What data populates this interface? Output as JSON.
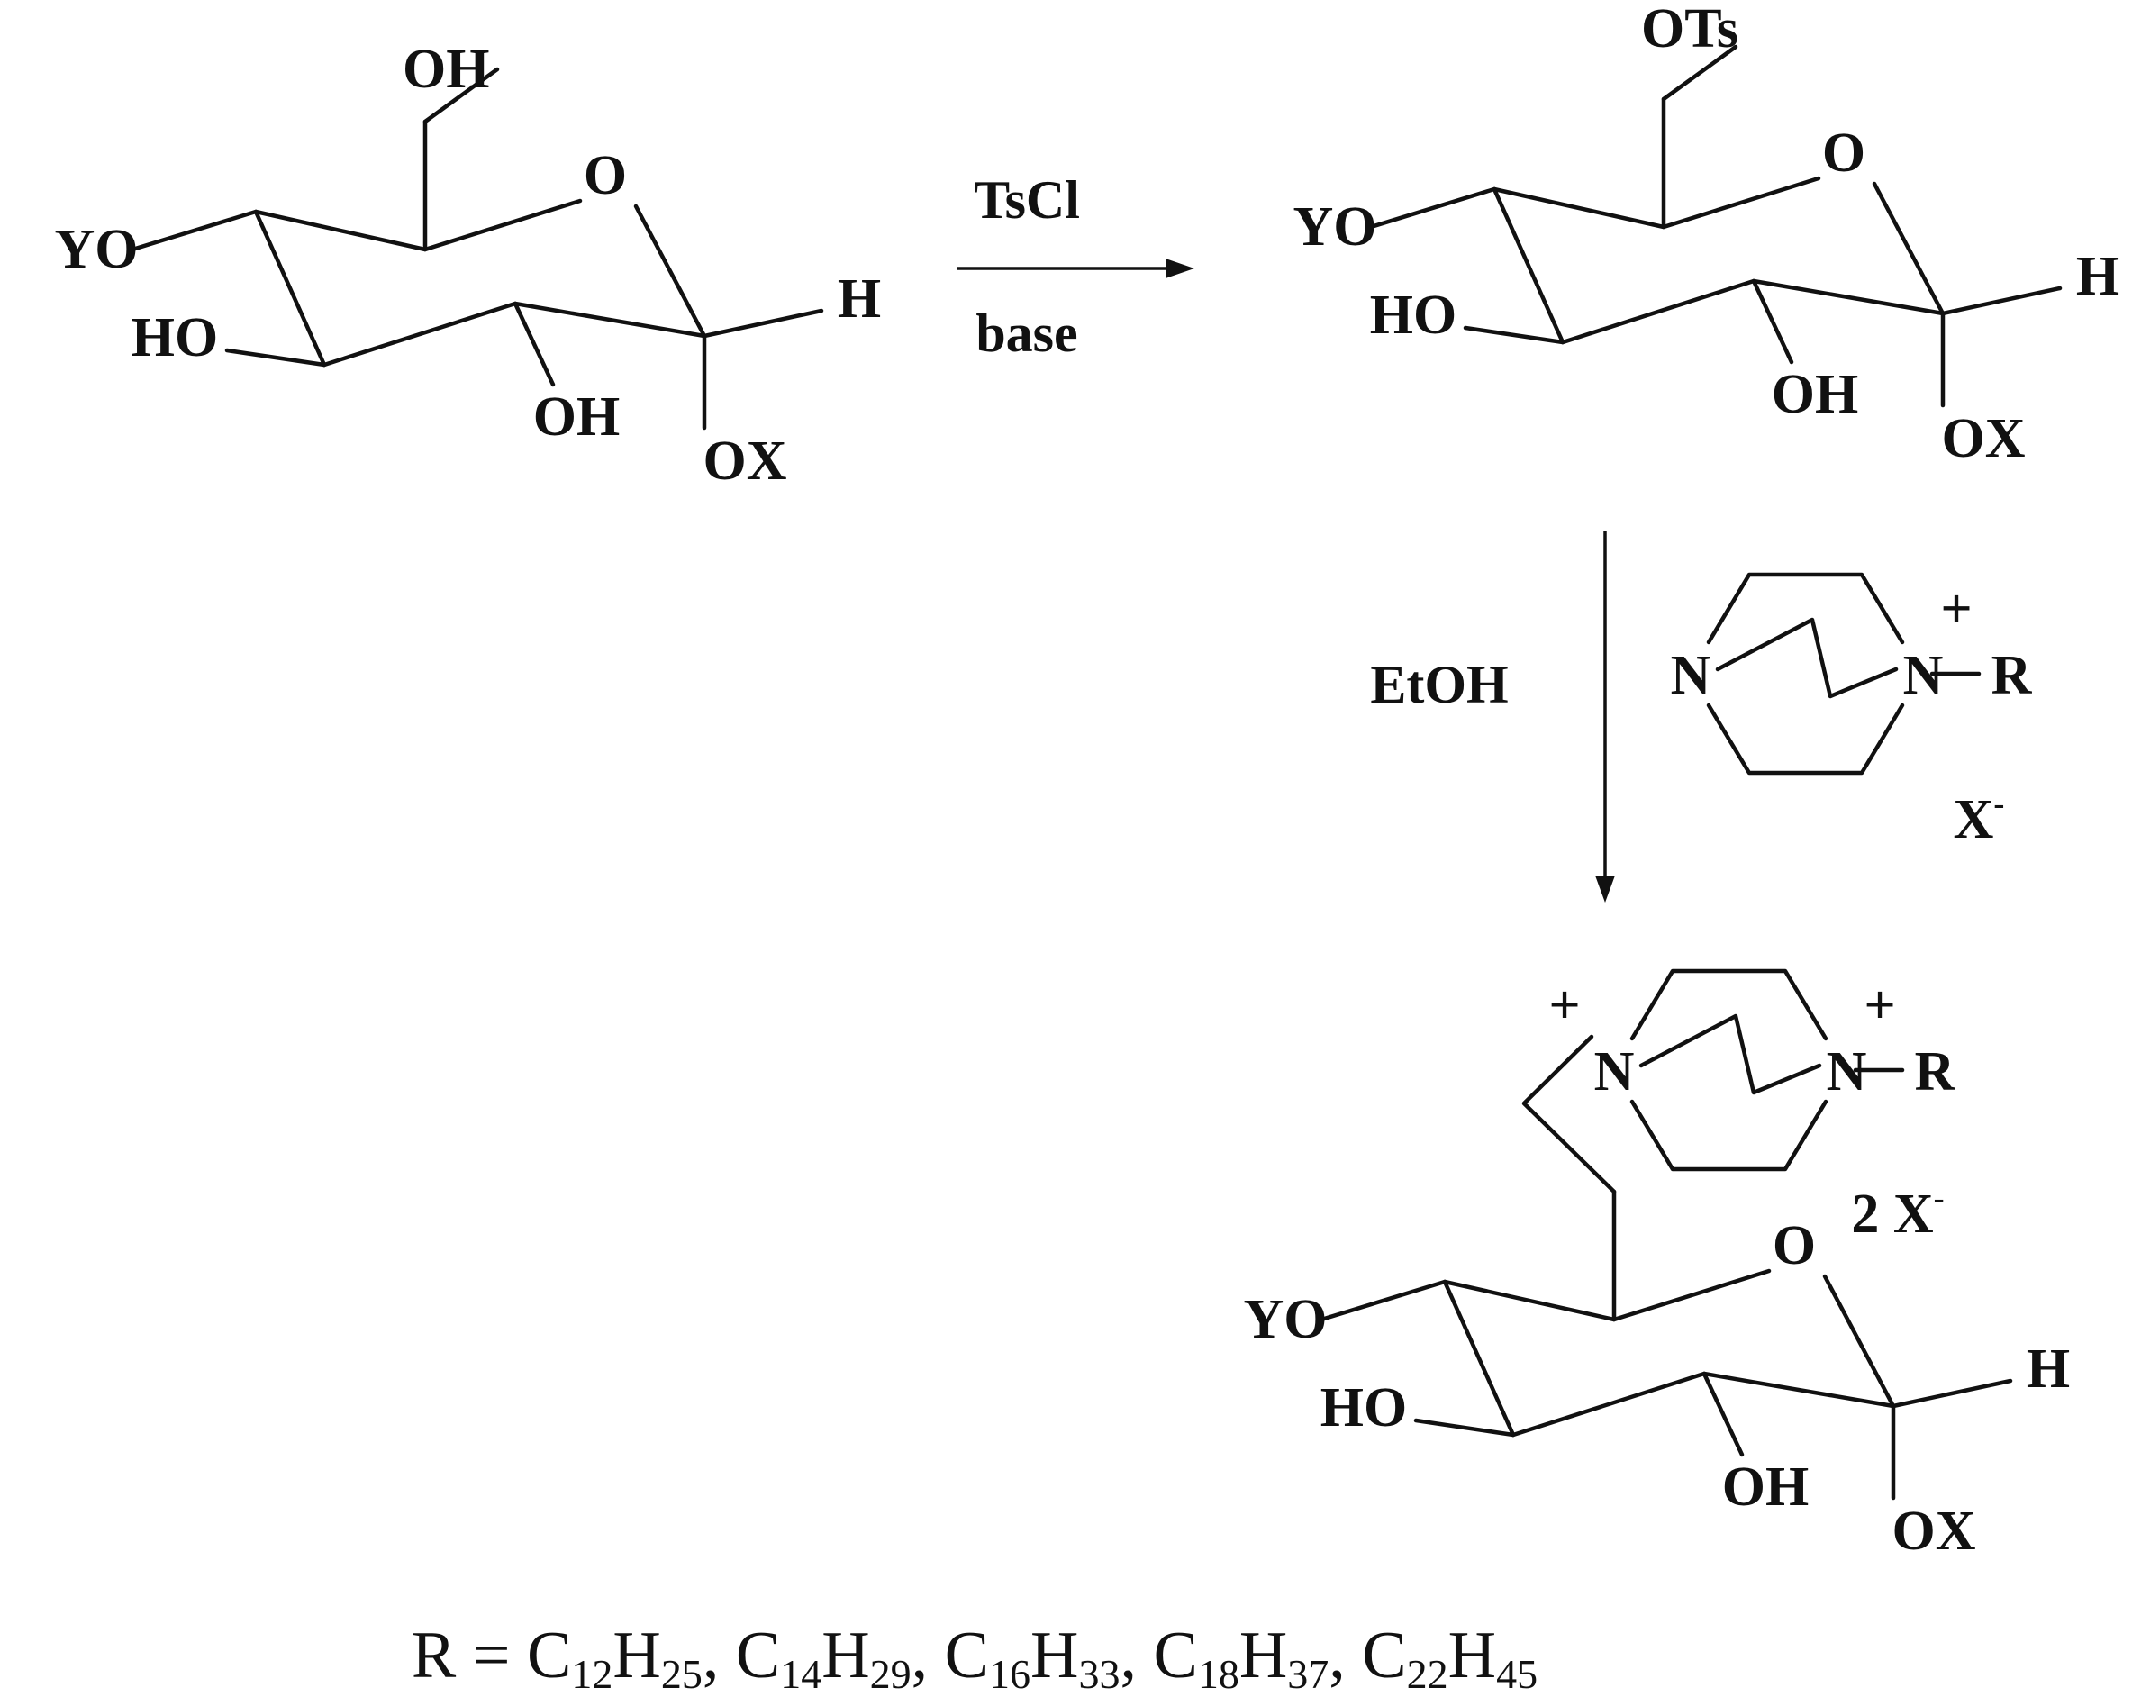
{
  "labels": {
    "OH": "OH",
    "HO": "HO",
    "O": "O",
    "YO": "YO",
    "OX": "OX",
    "H": "H",
    "OTs": "OTs",
    "N": "N",
    "R": "R",
    "plus": "+",
    "X_minus": "X",
    "minus": "-",
    "two_X": "2 X"
  },
  "reactions": {
    "step1_reagent": "TsCl",
    "step1_condition": "base",
    "step2_solvent": "EtOH"
  },
  "footer": {
    "R_prefix": "R = ",
    "chains": [
      {
        "C": "C",
        "c_sub": "12",
        "H": "H",
        "h_sub": "25"
      },
      {
        "C": "C",
        "c_sub": "14",
        "H": "H",
        "h_sub": "29"
      },
      {
        "C": "C",
        "c_sub": "16",
        "H": "H",
        "h_sub": "33"
      },
      {
        "C": "C",
        "c_sub": "18",
        "H": "H",
        "h_sub": "37"
      },
      {
        "C": "C",
        "c_sub": "22",
        "H": "H",
        "h_sub": "45"
      }
    ],
    "separator": ", "
  }
}
